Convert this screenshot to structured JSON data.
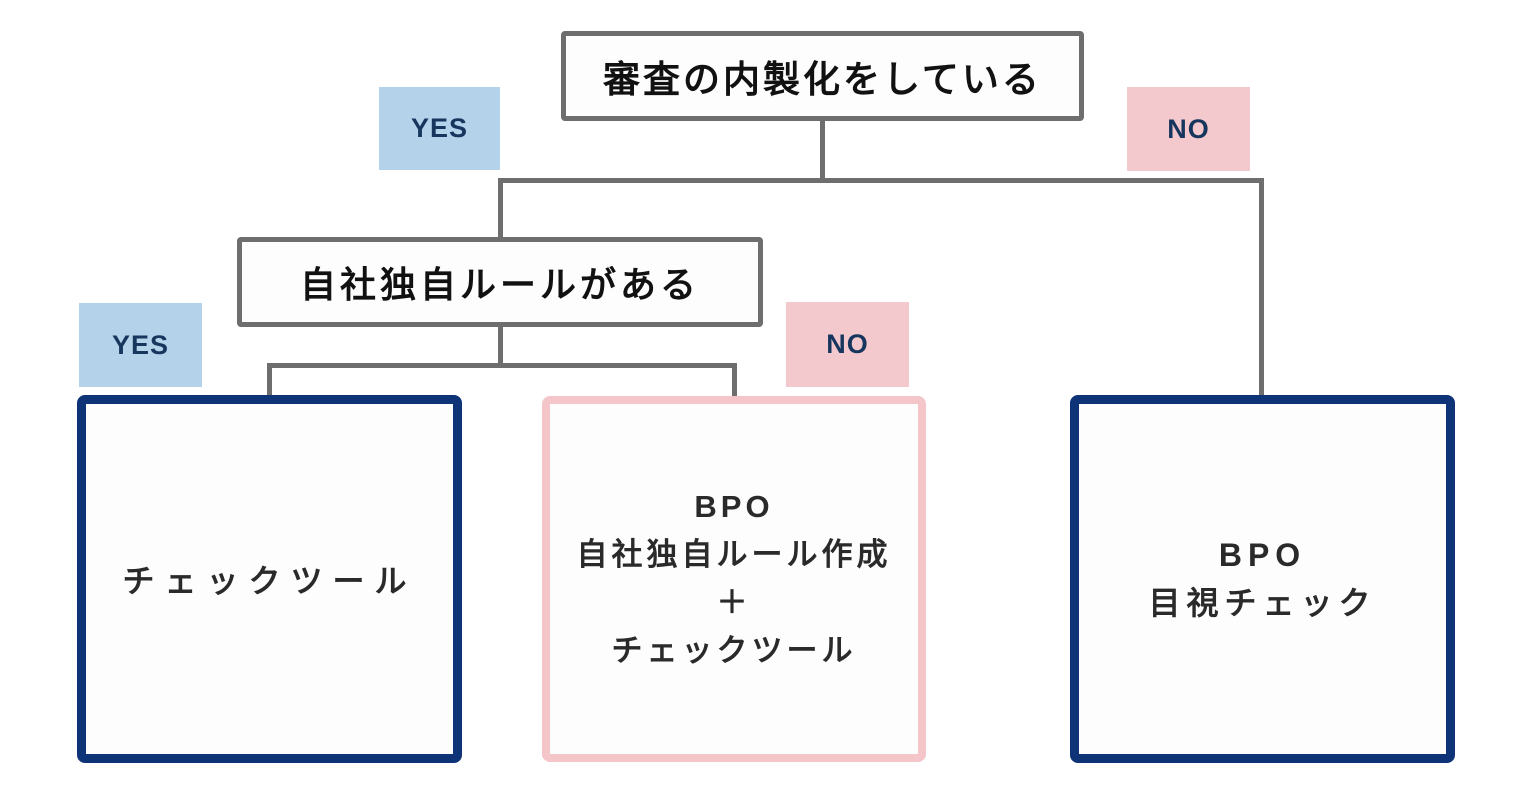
{
  "diagram": {
    "type": "decision-flowchart",
    "background": "#ffffff",
    "colors": {
      "connector_gray": "#6e6e6e",
      "decision_border_gray": "#6e6e6e",
      "leaf_border_navy": "#0e3376",
      "leaf_border_pink": "#f4c6ca",
      "yes_tag_bg": "#b5d2eb",
      "no_tag_bg": "#f4c9cd",
      "tag_text_navy": "#17365e",
      "box_text": "#1e1e1e"
    },
    "nodes": {
      "root": {
        "label": "審査の内製化をしている"
      },
      "branch": {
        "label": "自社独自ルールがある"
      },
      "leaf_check_tool": {
        "label": "チェックツール"
      },
      "leaf_bpo_rules": {
        "lines": [
          "BPO",
          "自社独自ルール作成",
          "＋",
          "チェックツール"
        ]
      },
      "leaf_bpo_visual": {
        "lines": [
          "BPO",
          "目視チェック"
        ]
      }
    },
    "edge_labels": {
      "root_yes": "YES",
      "root_no": "NO",
      "branch_yes": "YES",
      "branch_no": "NO"
    }
  }
}
